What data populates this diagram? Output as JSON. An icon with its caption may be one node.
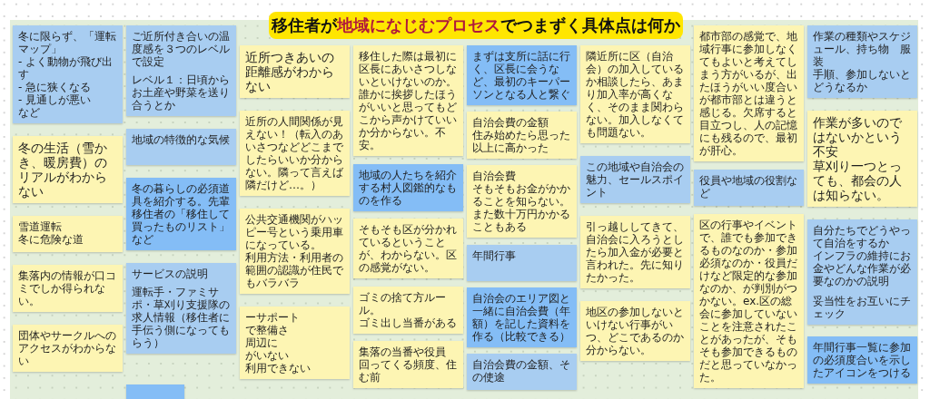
{
  "diagram": {
    "title": "移住者が**地域になじむプロセス**でつまずく具体点は何か",
    "nodes": [
      {
        "text": [
          "ご近所付き合いの温度感を３つのレベルで設定",
          "レベル１：日頃からお土産や野菜を送り合うとか"
        ]
      },
      {
        "text": [
          "近所つきあいの距離感がわからない"
        ]
      },
      {
        "text": [
          "近所の人間関係が見えない！（転入のあいさつなどどこまでしたらいいか分からない。隣って言えば隣だけど…。）"
        ]
      },
      {
        "text": [
          "移住した際は最初に区長にあいさつしないといけないのか。誰かに挨拶したほうがいいと思ってもどこから声かけていいか分からない。不安。"
        ]
      },
      {
        "text": [
          "隣近所に区（自治会）の加入しているか相談したら、あまり加入率が高くなく、そのまま関わらない。加入しなくても問題ない。"
        ]
      },
      {
        "text": [
          "都市部の感覚で、地域行事に参加しなくてもよいと考えてしまう方がいるが、出たほうがいい度合いが都市部とは違うと感じる。欠席すると目立つし、人の記憶にも残るので、最初が肝心。"
        ]
      },
      {
        "text": [
          "作業の種類やスケジュール、持ち物　服装",
          "手順、参加しないとどうなるか"
        ]
      },
      {
        "text": [
          "作業が多いのではないかという不安",
          "草刈り一つとっても、都会の人は知らない。"
        ]
      },
      {
        "text": [
          "自分たちでどうやって自治をするか",
          "インフラの維持にお金やどんな作業が必要なのかの説明",
          "妥当性をお互いにチェック"
        ]
      },
      {
        "text": [
          "役員や地域の役割など"
        ]
      },
      {
        "text": [
          "冬に限らず、「運転マップ」",
          "- よく動物が飛び出す",
          "- 急に狭くなる",
          "- 見通しが悪い",
          "など"
        ]
      },
      {
        "text": [
          "冬の生活（雪かき、暖房費）のリアルがわからない"
        ]
      },
      {
        "text": [
          "地域の特徴的な気候"
        ]
      },
      {
        "text": [
          "まずは支所に話に行く、区長に会うなど、最初のキーパーソンとなる人と繋ぐ"
        ]
      },
      {
        "text": [
          "この地域や自治会の魅力、セールスポイント"
        ]
      },
      {
        "text": [
          "雪道運転",
          "冬に危険な道"
        ]
      },
      {
        "text": [
          "冬の暮らしの必須道具を紹介する。先輩移住者の「移住して買ったものリスト」など"
        ]
      },
      {
        "text": [
          "公共交通機関がハッピー号という乗用車になっている。",
          "利用方法・利用者の範囲の認識が住民でもバラバラ"
        ]
      },
      {
        "text": [
          "地域の人たちを紹介する村人図鑑的なものを作る"
        ]
      },
      {
        "text": [
          "自治会費の金額",
          "住み始めたら思った以上に高かった"
        ]
      },
      {
        "text": [
          "引っ越ししてきて、自治会に入ろうとしたら加入金が必要と言われた。先に知りたかった。"
        ]
      },
      {
        "text": [
          "地区の参加しないといけない行事がいつ、どこであるのか分からない。"
        ]
      },
      {
        "text": [
          "区の行事やイベントで、誰でも参加できるものなのか・参加必須なのか・役員だけなど限定的な参加なのか、が判別がつかない。ex.区の総会に参加していないことを注意されたことがあったが、そもそも参加できるものだと思っていなかった。"
        ]
      },
      {
        "text": [
          "そもそも区が分かれているということが、わからない。区の感覚がない。"
        ]
      },
      {
        "text": [
          "自治会費",
          "そもそもお金がかかることを知らない。また数十万円かかることもある"
        ]
      },
      {
        "text": [
          "年間行事"
        ]
      },
      {
        "text": [
          "集落内の情報が口コミでしか得られない。"
        ]
      },
      {
        "text": [
          "サービスの説明",
          "運転手・ファミサポ・草刈り支援隊の求人情報（移住者に手伝う側になってもらう）"
        ]
      },
      {
        "text": [
          "自治会のエリア図と一緒に自治会費（年額）を記した資料を作る（比較できる）"
        ]
      },
      {
        "text": [
          "自治会費の金額、その使途"
        ]
      },
      {
        "text": [
          "ーサポート",
          "で整備さ",
          "周辺に",
          "がいない",
          "利用できない"
        ]
      },
      {
        "text": [
          "ゴミの捨て方ルール。",
          "ゴミ出し当番がある"
        ]
      },
      {
        "text": [
          "年間行事一覧に参加の必須度合いを示したアイコンをつける"
        ]
      },
      {
        "text": [
          "団体やサークルへのアクセスがわからない"
        ]
      },
      {
        "text": [
          "集落の当番や役員",
          "回ってくる頻度、住む前"
        ]
      },
      {
        "text": [],
        "shape": "box"
      }
    ]
  }
}
